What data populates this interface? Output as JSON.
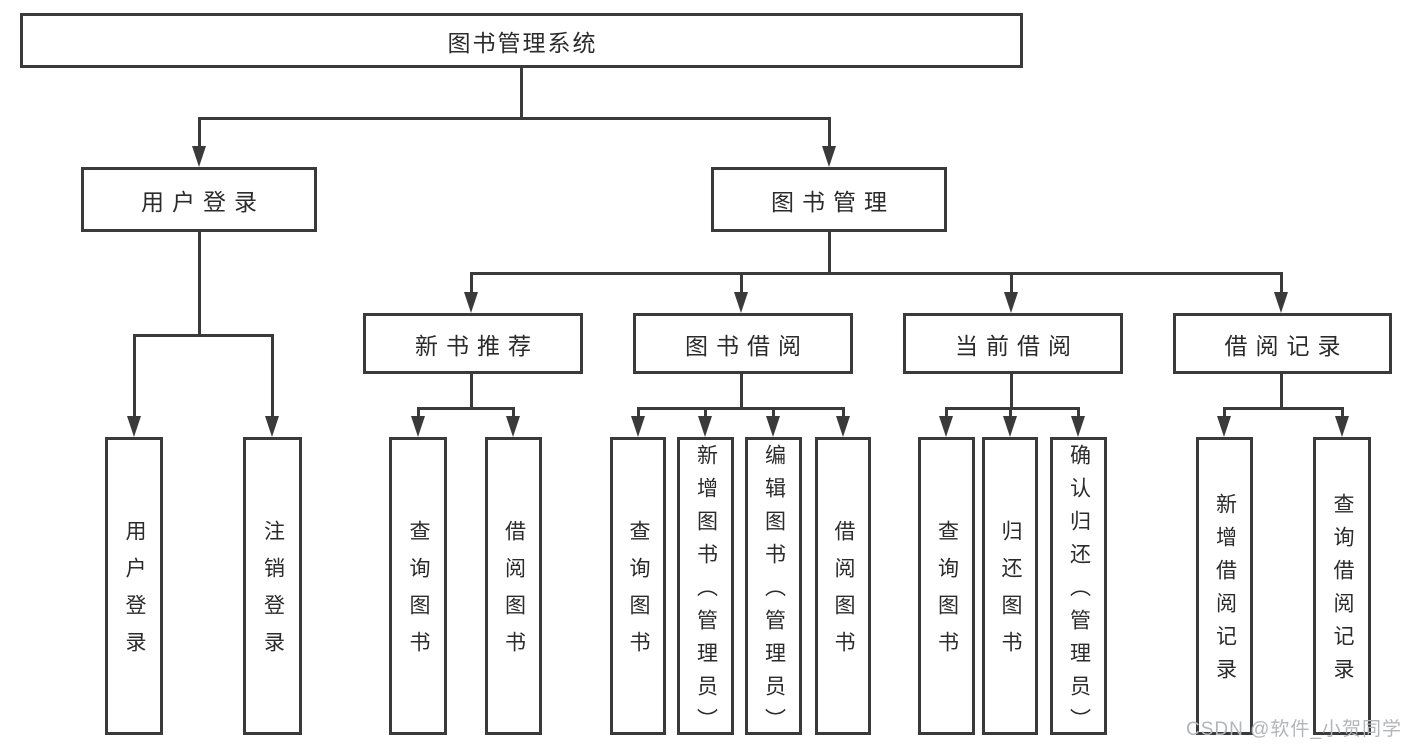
{
  "tree": {
    "label": "图书管理系统",
    "children": [
      {
        "label": "用户登录",
        "children": [
          {
            "label": "用户登录"
          },
          {
            "label": "注销登录"
          }
        ]
      },
      {
        "label": "图书管理",
        "children": [
          {
            "label": "新书推荐",
            "children": [
              {
                "label": "查询图书"
              },
              {
                "label": "借阅图书"
              }
            ]
          },
          {
            "label": "图书借阅",
            "children": [
              {
                "label": "查询图书"
              },
              {
                "label": "新增图书（管理员）"
              },
              {
                "label": "编辑图书（管理员）"
              },
              {
                "label": "借阅图书"
              }
            ]
          },
          {
            "label": "当前借阅",
            "children": [
              {
                "label": "查询图书"
              },
              {
                "label": "归还图书"
              },
              {
                "label": "确认归还（管理员）"
              }
            ]
          },
          {
            "label": "借阅记录",
            "children": [
              {
                "label": "新增借阅记录"
              },
              {
                "label": "查询借阅记录"
              }
            ]
          }
        ]
      }
    ]
  },
  "watermark": "CSDN @软件_小贺同学",
  "colors": {
    "line": "#3a3a3a",
    "text": "#2b2b2b",
    "watermark": "#b2b5b9",
    "background": "#ffffff"
  }
}
